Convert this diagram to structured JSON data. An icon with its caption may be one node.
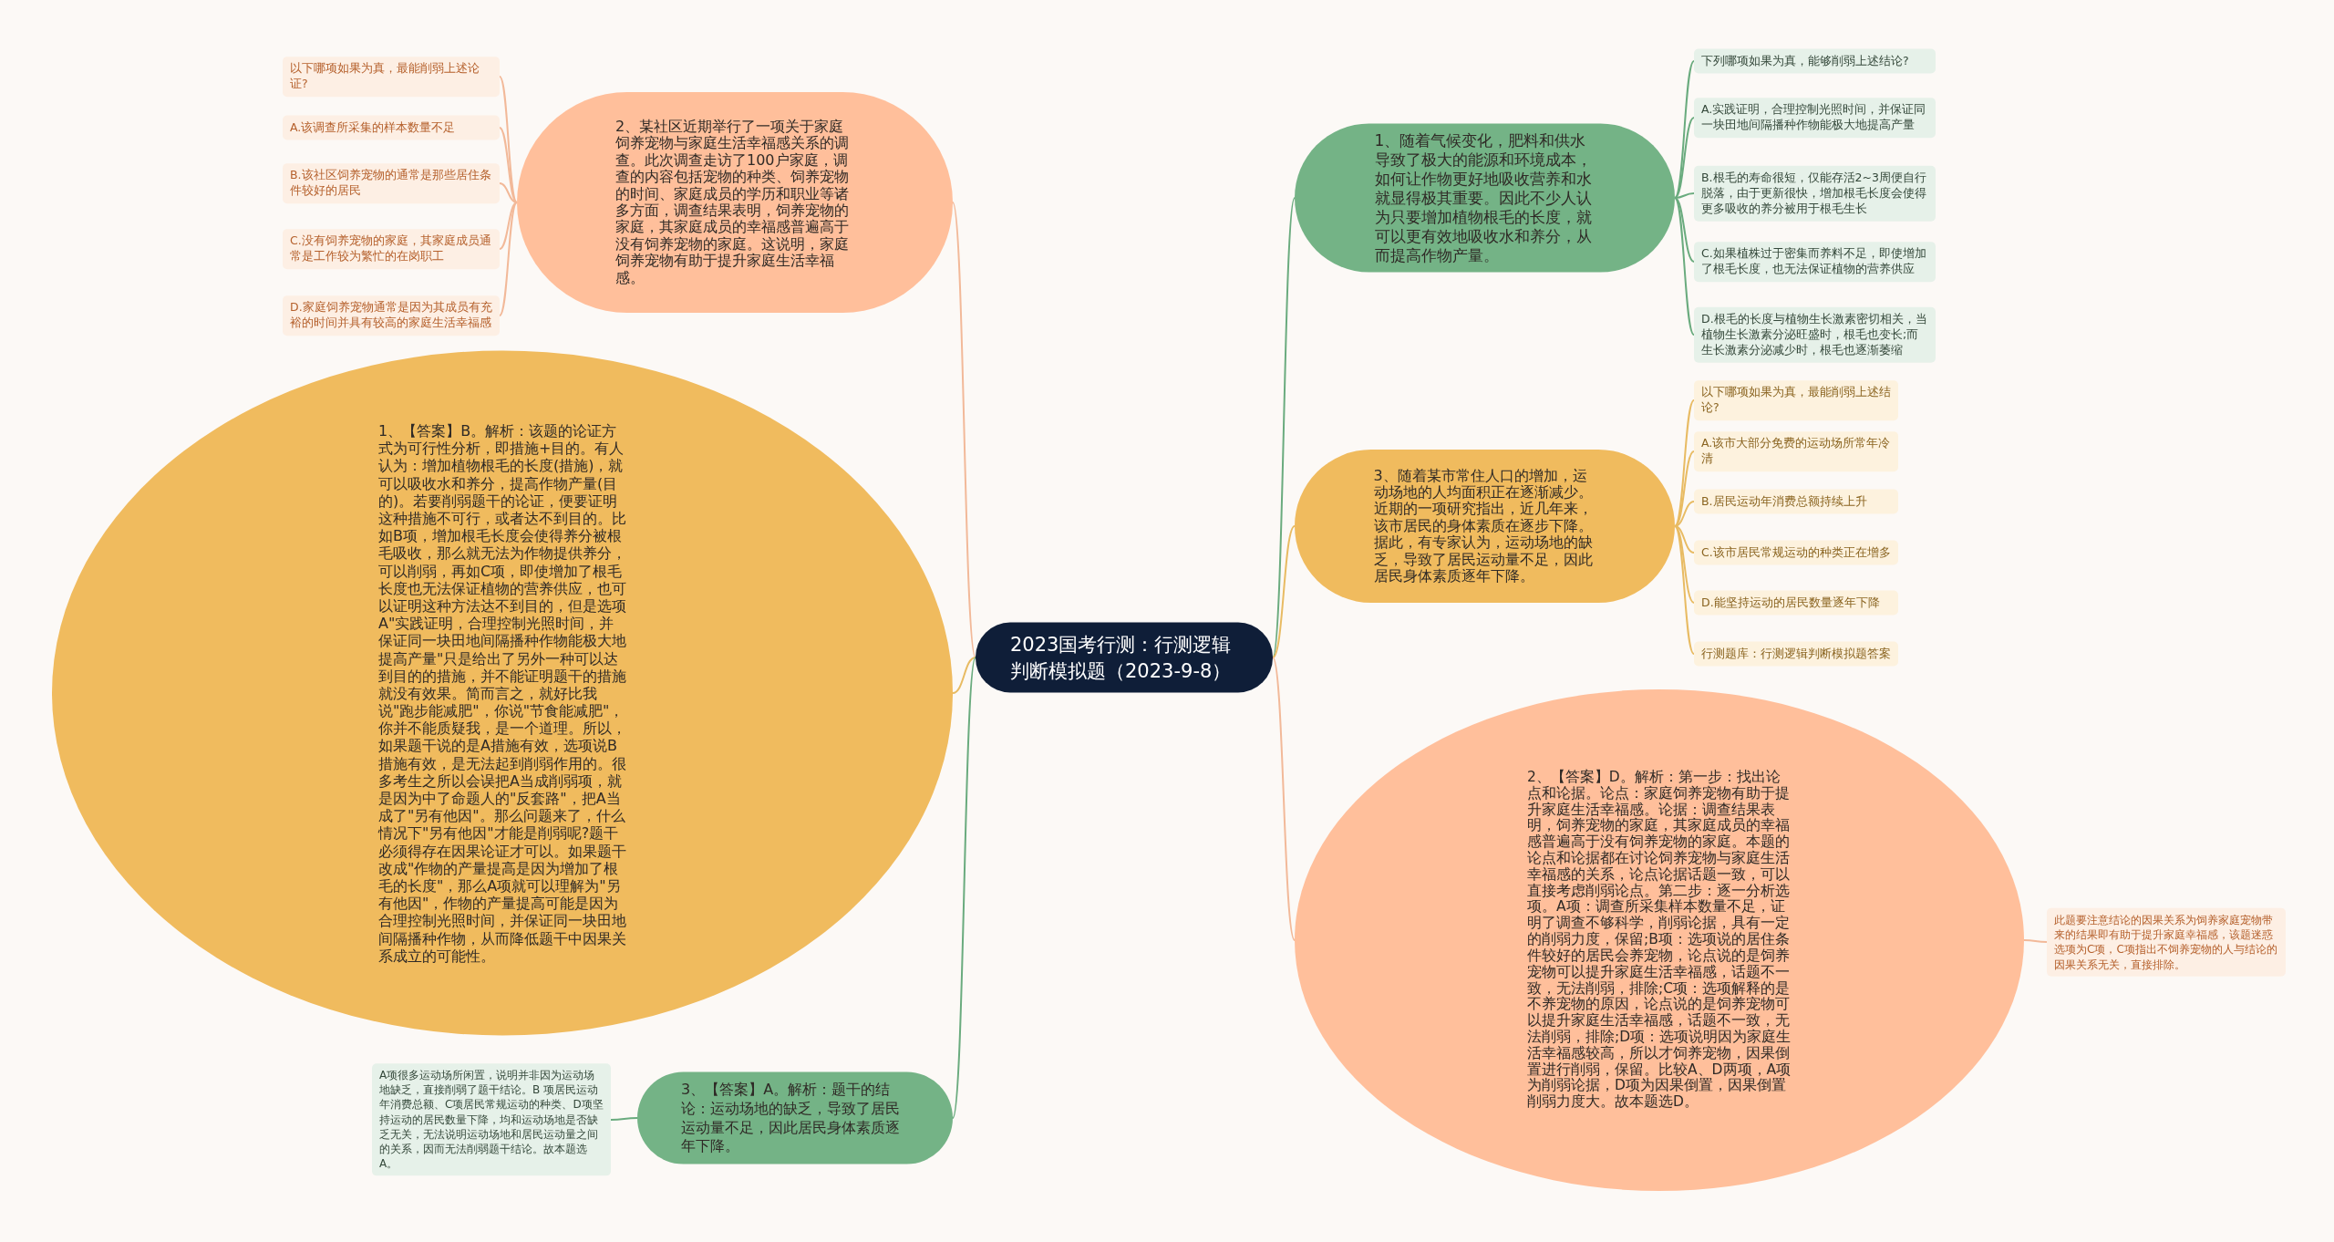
{
  "diagram": {
    "nodes": [
      {
        "text": [
          "2023国考行测：行测逻辑判断模拟题（2023-9-8）"
        ]
      },
      {
        "text": [
          "2、某社区近期举行了一项关于家庭饲养宠物与家庭生活幸福感关系的调查。此次调查走访了100户家庭，调查的内容包括宠物的种类、饲养宠物的时间、家庭成员的学历和职业等诸多方面，调查结果表明，饲养宠物的家庭，其家庭成员的幸福感普遍高于没有饲养宠物的家庭。这说明，家庭饲养宠物有助于提升家庭生活幸福感。"
        ]
      },
      {
        "text": [
          "以下哪项如果为真，最能削弱上述论证?"
        ]
      },
      {
        "text": [
          "A.该调查所采集的样本数量不足"
        ]
      },
      {
        "text": [
          "B.该社区饲养宠物的通常是那些居住条件较好的居民"
        ]
      },
      {
        "text": [
          "C.没有饲养宠物的家庭，其家庭成员通常是工作较为繁忙的在岗职工"
        ]
      },
      {
        "text": [
          "D.家庭饲养宠物通常是因为其成员有充裕的时间并具有较高的家庭生活幸福感"
        ]
      },
      {
        "text": [
          "1、【答案】B。解析：该题的论证方式为可行性分析，即措施+目的。有人认为：增加植物根毛的长度(措施)，就可以吸收水和养分，提高作物产量(目的)。若要削弱题干的论证，便要证明这种措施不可行，或者达不到目的。比如B项，增加根毛长度会使得养分被根毛吸收，那么就无法为作物提供养分，可以削弱，再如C项，即使增加了根毛长度也无法保证植物的营养供应，也可以证明这种方法达不到目的，但是选项A\"实践证明，合理控制光照时间，并保证同一块田地间隔播种作物能极大地提高产量\"只是给出了另外一种可以达到目的的措施，并不能证明题干的措施就没有效果。简而言之，就好比我说\"跑步能减肥\"，你说\"节食能减肥\"，你并不能质疑我，是一个道理。所以，如果题干说的是A措施有效，选项说B措施有效，是无法起到削弱作用的。很多考生之所以会误把A当成削弱项，就是因为中了命题人的\"反套路\"，把A当成了\"另有他因\"。那么问题来了，什么情况下\"另有他因\"才能是削弱呢?题干必须得存在因果论证才可以。如果题干改成\"作物的产量提高是因为增加了根毛的长度\"，那么A项就可以理解为\"另有他因\"，作物的产量提高可能是因为合理控制光照时间，并保证同一块田地间隔播种作物，从而降低题干中因果关系成立的可能性。"
        ]
      },
      {
        "text": [
          "3、【答案】A。解析：题干的结论：运动场地的缺乏，导致了居民运动量不足，因此居民身体素质逐年下降。"
        ]
      },
      {
        "text": [
          "A项很多运动场所闲置，说明并非因为运动场地缺乏，直接削弱了题干结论。B 项居民运动年消费总额、C项居民常规运动的种类、D项坚持运动的居民数量下降，均和运动场地是否缺乏无关，无法说明运动场地和居民运动量之间的关系，因而无法削弱题干结论。故本题选A。"
        ]
      },
      {
        "text": [
          "1、随着气候变化，肥料和供水导致了极大的能源和环境成本，如何让作物更好地吸收营养和水就显得极其重要。因此不少人认为只要增加植物根毛的长度，就可以更有效地吸收水和养分，从而提高作物产量。"
        ]
      },
      {
        "text": [
          "下列哪项如果为真，能够削弱上述结论?"
        ]
      },
      {
        "text": [
          "A.实践证明，合理控制光照时间，并保证同一块田地间隔播种作物能极大地提高产量"
        ]
      },
      {
        "text": [
          "B.根毛的寿命很短，仅能存活2~3周便自行脱落，由于更新很快，增加根毛长度会使得更多吸收的养分被用于根毛生长"
        ]
      },
      {
        "text": [
          "C.如果植株过于密集而养料不足，即使增加了根毛长度，也无法保证植物的营养供应"
        ]
      },
      {
        "text": [
          "D.根毛的长度与植物生长激素密切相关，当植物生长激素分泌旺盛时，根毛也变长;而生长激素分泌减少时，根毛也逐渐萎缩"
        ]
      },
      {
        "text": [
          "3、随着某市常住人口的增加，运动场地的人均面积正在逐渐减少。近期的一项研究指出，近几年来，该市居民的身体素质在逐步下降。据此，有专家认为，运动场地的缺乏，导致了居民运动量不足，因此居民身体素质逐年下降。"
        ]
      },
      {
        "text": [
          "以下哪项如果为真，最能削弱上述结论?"
        ]
      },
      {
        "text": [
          "A.该市大部分免费的运动场所常年冷清"
        ]
      },
      {
        "text": [
          "B.居民运动年消费总额持续上升"
        ]
      },
      {
        "text": [
          "C.该市居民常规运动的种类正在增多"
        ]
      },
      {
        "text": [
          "D.能坚持运动的居民数量逐年下降"
        ]
      },
      {
        "text": [
          "行测题库：行测逻辑判断模拟题答案"
        ]
      },
      {
        "text": [
          "2、【答案】D。解析：第一步：找出论点和论据。论点：家庭饲养宠物有助于提升家庭生活幸福感。论据：调查结果表明，饲养宠物的家庭，其家庭成员的幸福感普遍高于没有饲养宠物的家庭。本题的论点和论据都在讨论饲养宠物与家庭生活幸福感的关系，论点论据话题一致，可以直接考虑削弱论点。第二步：逐一分析选项。A项：调查所采集样本数量不足，证明了调查不够科学，削弱论据，具有一定的削弱力度，保留;B项：选项说的居住条件较好的居民会养宠物，论点说的是饲养宠物可以提升家庭生活幸福感，话题不一致，无法削弱，排除;C项：选项解释的是不养宠物的原因，论点说的是饲养宠物可以提升家庭生活幸福感，话题不一致，无法削弱，排除;D项：选项说明因为家庭生活幸福感较高，所以才饲养宠物，因果倒置进行削弱，保留。比较A、D两项，A项为削弱论据，D项为因果倒置，因果倒置削弱力度大。故本题选D。"
        ]
      },
      {
        "text": [
          "此题要注意结论的因果关系为饲养家庭宠物带来的结果即有助于提升家庭幸福感，该题迷惑选项为C项，C项指出不饲养宠物的人与结论的因果关系无关，直接排除。"
        ]
      }
    ],
    "edges": [
      {
        "from": 0,
        "to": 1,
        "arrow": "none",
        "color": "#f2b999"
      },
      {
        "from": 1,
        "to": 2,
        "arrow": "none",
        "color": "#f2b999"
      },
      {
        "from": 1,
        "to": 3,
        "arrow": "none",
        "color": "#f2b999"
      },
      {
        "from": 1,
        "to": 4,
        "arrow": "none",
        "color": "#f2b999"
      },
      {
        "from": 1,
        "to": 5,
        "arrow": "none",
        "color": "#f2b999"
      },
      {
        "from": 1,
        "to": 6,
        "arrow": "none",
        "color": "#f2b999"
      },
      {
        "from": 0,
        "to": 7,
        "arrow": "none",
        "color": "#e8bb63"
      },
      {
        "from": 0,
        "to": 8,
        "arrow": "none",
        "color": "#6aab7e"
      },
      {
        "from": 8,
        "to": 9,
        "arrow": "none",
        "color": "#6aab7e"
      },
      {
        "from": 0,
        "to": 10,
        "arrow": "none",
        "color": "#6aab7e"
      },
      {
        "from": 10,
        "to": 11,
        "arrow": "none",
        "color": "#6aab7e"
      },
      {
        "from": 10,
        "to": 12,
        "arrow": "none",
        "color": "#6aab7e"
      },
      {
        "from": 10,
        "to": 13,
        "arrow": "none",
        "color": "#6aab7e"
      },
      {
        "from": 10,
        "to": 14,
        "arrow": "none",
        "color": "#6aab7e"
      },
      {
        "from": 10,
        "to": 15,
        "arrow": "none",
        "color": "#6aab7e"
      },
      {
        "from": 0,
        "to": 16,
        "arrow": "none",
        "color": "#e8bb63"
      },
      {
        "from": 16,
        "to": 17,
        "arrow": "none",
        "color": "#e8bb63"
      },
      {
        "from": 16,
        "to": 18,
        "arrow": "none",
        "color": "#e8bb63"
      },
      {
        "from": 16,
        "to": 19,
        "arrow": "none",
        "color": "#e8bb63"
      },
      {
        "from": 16,
        "to": 20,
        "arrow": "none",
        "color": "#e8bb63"
      },
      {
        "from": 16,
        "to": 21,
        "arrow": "none",
        "color": "#e8bb63"
      },
      {
        "from": 16,
        "to": 22,
        "arrow": "none",
        "color": "#e8bb63"
      },
      {
        "from": 0,
        "to": 23,
        "arrow": "none",
        "color": "#f2b999"
      },
      {
        "from": 23,
        "to": 24,
        "arrow": "none",
        "color": "#f2b999"
      }
    ]
  }
}
